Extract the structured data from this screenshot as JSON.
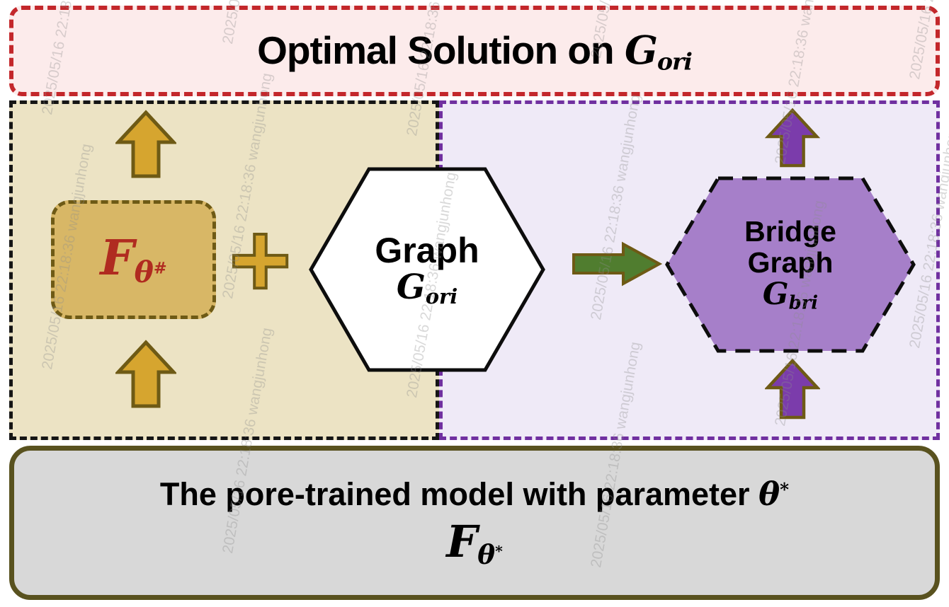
{
  "colors": {
    "red-border": "#c3272b",
    "pink-fill": "#fcebeb",
    "tan-fill": "#ece3c4",
    "tan-box-fill": "#d8b766",
    "gold": "#d6a52f",
    "dark-gold": "#6e5a15",
    "lavender-fill": "#efeaf7",
    "purple-border": "#7030a0",
    "purple-fill": "#a67fc9",
    "purple-arrow": "#7b3cab",
    "green": "#507d2f",
    "gray-fill": "#d8d8d8",
    "olive-border": "#59521f",
    "dark-red": "#b02b20"
  },
  "watermark": {
    "text": "2025/05/16 22:18:36 wangjunhong"
  },
  "top_banner": {
    "label": "Optimal Solution on",
    "sym": "G",
    "sub": "ori"
  },
  "left_panel": {
    "model": {
      "sym": "F",
      "sub": "θ",
      "sup": "#"
    },
    "plus_symbol": "+",
    "hexagon": {
      "title": "Graph",
      "sym": "G",
      "sub": "ori"
    }
  },
  "right_panel": {
    "hexagon": {
      "title_line1": "Bridge",
      "title_line2": "Graph",
      "sym": "G",
      "sub": "bri"
    }
  },
  "bottom_box": {
    "caption": "The pore-trained model with parameter",
    "caption_sym": "θ",
    "caption_sup": "*",
    "model_sym": "F",
    "model_sub": "θ",
    "model_sub_sup": "*"
  }
}
